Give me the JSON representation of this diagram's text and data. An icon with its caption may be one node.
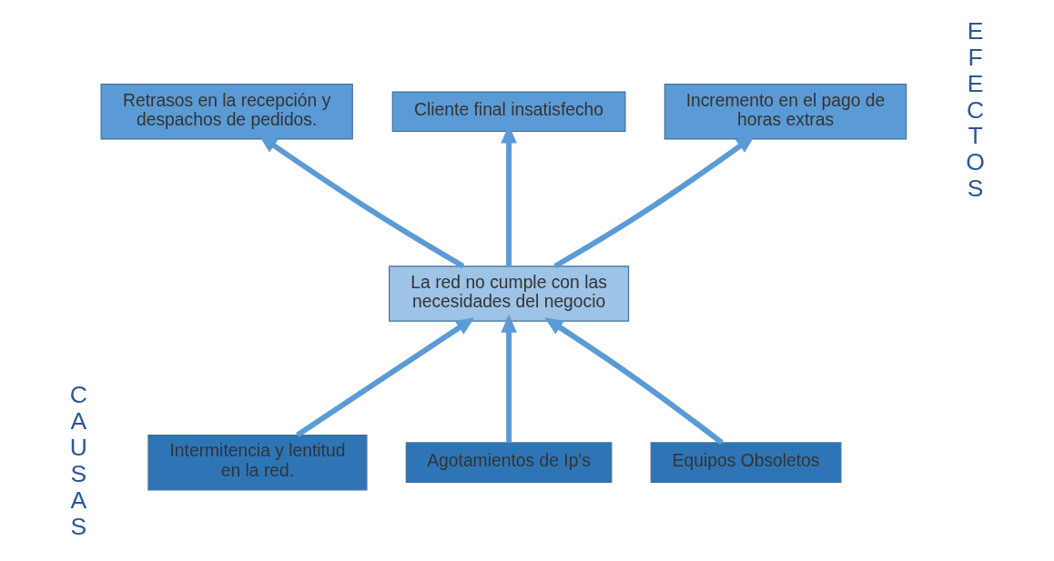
{
  "diagram": {
    "nodes": [
      {
        "text": [
          "Retrasos en la recepción y despachos de pedidos."
        ]
      },
      {
        "text": [
          "Cliente final insatisfecho"
        ]
      },
      {
        "text": [
          "Incremento en el pago de horas extras"
        ]
      },
      {
        "text": [
          "La red no cumple con las necesidades del negocio"
        ]
      },
      {
        "text": [
          "Intermitencia y lentitud en la red."
        ]
      },
      {
        "text": [
          "Agotamientos de Ip’s"
        ]
      },
      {
        "text": [
          "Equipos Obsoletos"
        ]
      }
    ],
    "edges": [
      {
        "from": 3,
        "to": 0,
        "arrow": "to"
      },
      {
        "from": 3,
        "to": 1,
        "arrow": "to"
      },
      {
        "from": 3,
        "to": 2,
        "arrow": "to"
      },
      {
        "from": 4,
        "to": 3,
        "arrow": "to"
      },
      {
        "from": 5,
        "to": 3,
        "arrow": "to"
      },
      {
        "from": 6,
        "to": 3,
        "arrow": "to"
      }
    ],
    "labels": [
      "EFECTOS",
      "CAUSAS"
    ]
  }
}
